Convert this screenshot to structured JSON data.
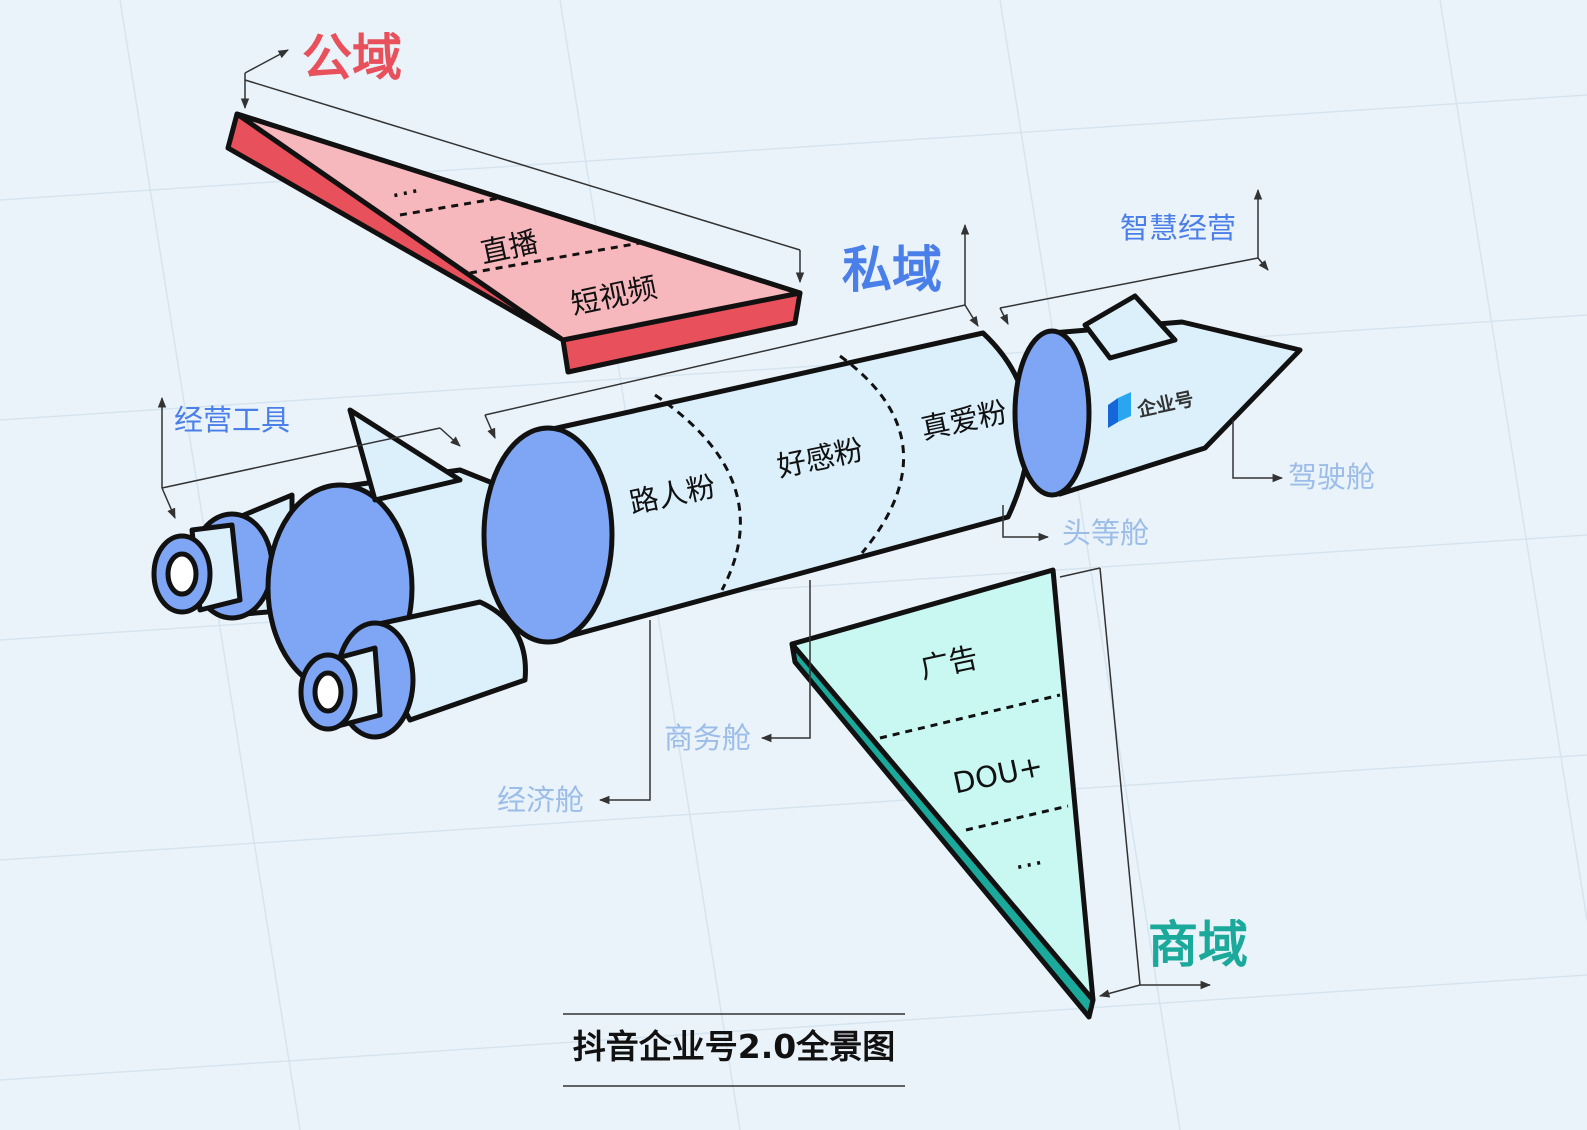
{
  "regions": {
    "public": "公域",
    "private": "私域",
    "commercial": "商域"
  },
  "public_wing_items": [
    "短视频",
    "直播",
    "…"
  ],
  "commercial_wing_items": [
    "广告",
    "DOU+",
    "…"
  ],
  "fan_segments": [
    "路人粉",
    "好感粉",
    "真爱粉"
  ],
  "cabins": {
    "cockpit": "驾驶舱",
    "first_class": "头等舱",
    "business": "商务舱",
    "economy": "经济舱"
  },
  "capabilities": {
    "smart_ops": "智慧经营",
    "ops_tools": "经营工具"
  },
  "logo_text": "企业号",
  "footer_title": "抖音企业号2.0全景图",
  "colors": {
    "background": "#eaf3fa",
    "public": "#e8505b",
    "public_fill": "#f7b8bd",
    "private": "#4a7ee8",
    "commercial": "#1aa99b",
    "commercial_fill": "#c9f7f1",
    "body": "#dcf0fb",
    "engine": "#7fa5f5",
    "pale_label": "#9bbde8"
  }
}
